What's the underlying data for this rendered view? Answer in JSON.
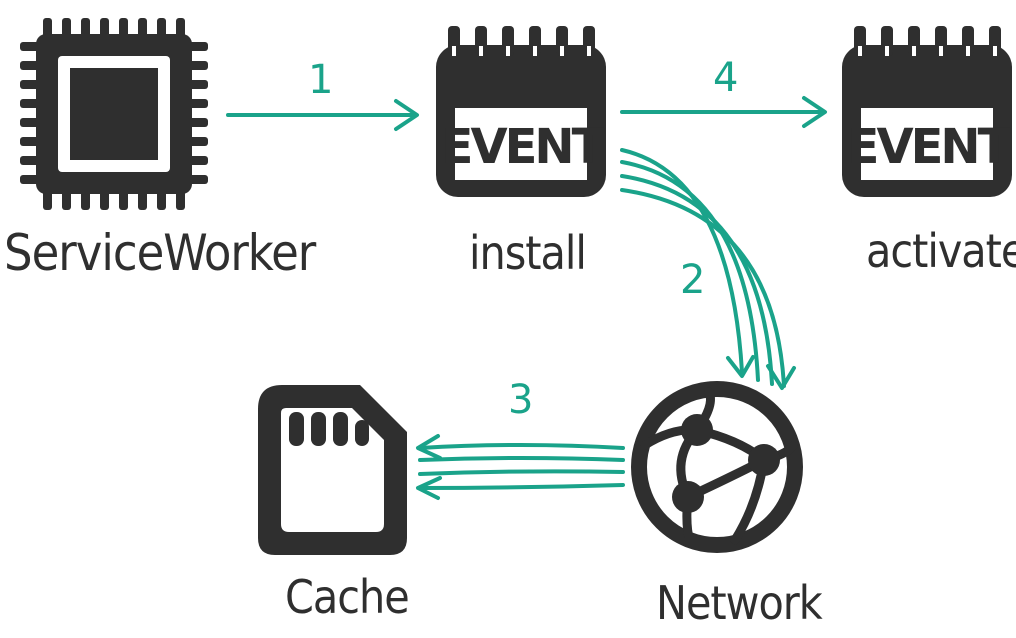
{
  "colors": {
    "ink": "#2f2f2f",
    "accent": "#1aa38a",
    "background": "#ffffff"
  },
  "nodes": {
    "serviceworker": {
      "label": "ServiceWorker",
      "icon": "chip-icon"
    },
    "install": {
      "label": "install",
      "icon": "calendar-event-icon",
      "badge": "EVENT"
    },
    "activate": {
      "label": "activate",
      "icon": "calendar-event-icon",
      "badge": "EVENT"
    },
    "cache": {
      "label": "Cache",
      "icon": "sd-card-icon"
    },
    "network": {
      "label": "Network",
      "icon": "globe-network-icon"
    }
  },
  "steps": [
    {
      "number": "1",
      "from": "ServiceWorker",
      "to": "install"
    },
    {
      "number": "2",
      "from": "install",
      "to": "Network"
    },
    {
      "number": "3",
      "from": "Network",
      "to": "Cache"
    },
    {
      "number": "4",
      "from": "install",
      "to": "activate"
    }
  ]
}
